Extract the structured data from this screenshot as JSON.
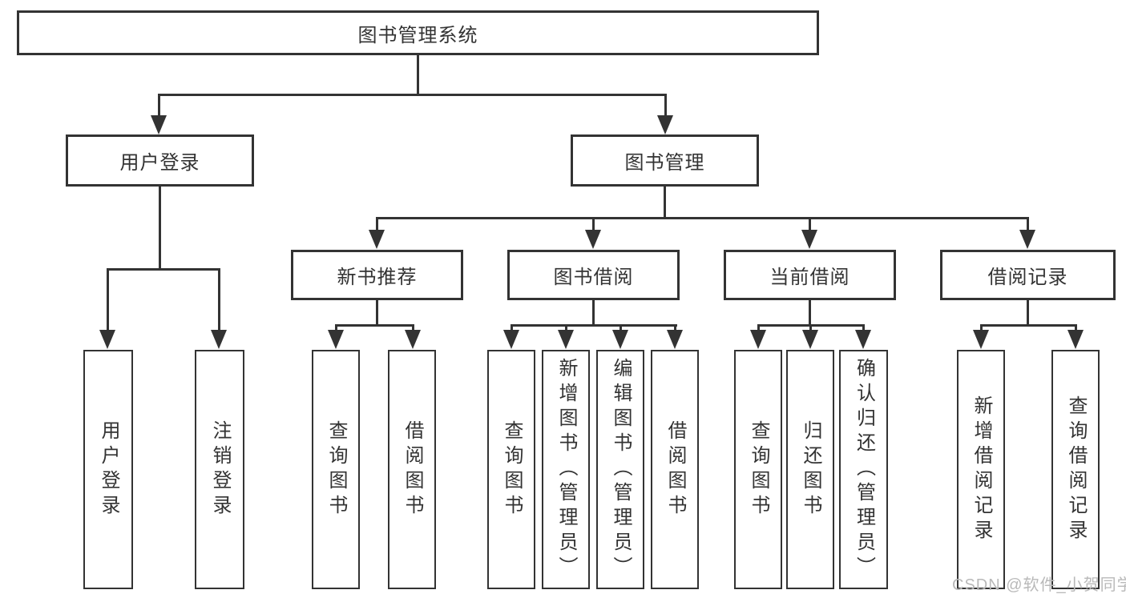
{
  "diagram": {
    "title_node": "图书管理系统",
    "root": "图书管理系统",
    "level2": [
      "用户登录",
      "图书管理"
    ],
    "level3": [
      "新书推荐",
      "图书借阅",
      "当前借阅",
      "借阅记录"
    ],
    "leaves": [
      "用户登录",
      "注销登录",
      "查询图书",
      "借阅图书",
      "查询图书",
      "新增图书（管理员）",
      "编辑图书（管理员）",
      "借阅图书",
      "查询图书",
      "归还图书",
      "确认归还（管理员）",
      "新增借阅记录",
      "查询借阅记录"
    ],
    "edges": [
      {
        "from": "图书管理系统",
        "to": "用户登录"
      },
      {
        "from": "图书管理系统",
        "to": "图书管理"
      },
      {
        "from": "用户登录",
        "to": "用户登录"
      },
      {
        "from": "用户登录",
        "to": "注销登录"
      },
      {
        "from": "图书管理",
        "to": "新书推荐"
      },
      {
        "from": "图书管理",
        "to": "图书借阅"
      },
      {
        "from": "图书管理",
        "to": "当前借阅"
      },
      {
        "from": "图书管理",
        "to": "借阅记录"
      },
      {
        "from": "新书推荐",
        "to": "查询图书"
      },
      {
        "from": "新书推荐",
        "to": "借阅图书"
      },
      {
        "from": "图书借阅",
        "to": "查询图书"
      },
      {
        "from": "图书借阅",
        "to": "新增图书（管理员）"
      },
      {
        "from": "图书借阅",
        "to": "编辑图书（管理员）"
      },
      {
        "from": "图书借阅",
        "to": "借阅图书"
      },
      {
        "from": "当前借阅",
        "to": "查询图书"
      },
      {
        "from": "当前借阅",
        "to": "归还图书"
      },
      {
        "from": "当前借阅",
        "to": "确认归还（管理员）"
      },
      {
        "from": "借阅记录",
        "to": "新增借阅记录"
      },
      {
        "from": "借阅记录",
        "to": "查询借阅记录"
      }
    ]
  },
  "watermark": {
    "text": "CSDN @软件_小贺同学"
  },
  "colors": {
    "line": "#333333",
    "text": "#333333",
    "box_background": "#ffffff",
    "page_background": "#ffffff",
    "watermark": "#b9b9b9"
  }
}
